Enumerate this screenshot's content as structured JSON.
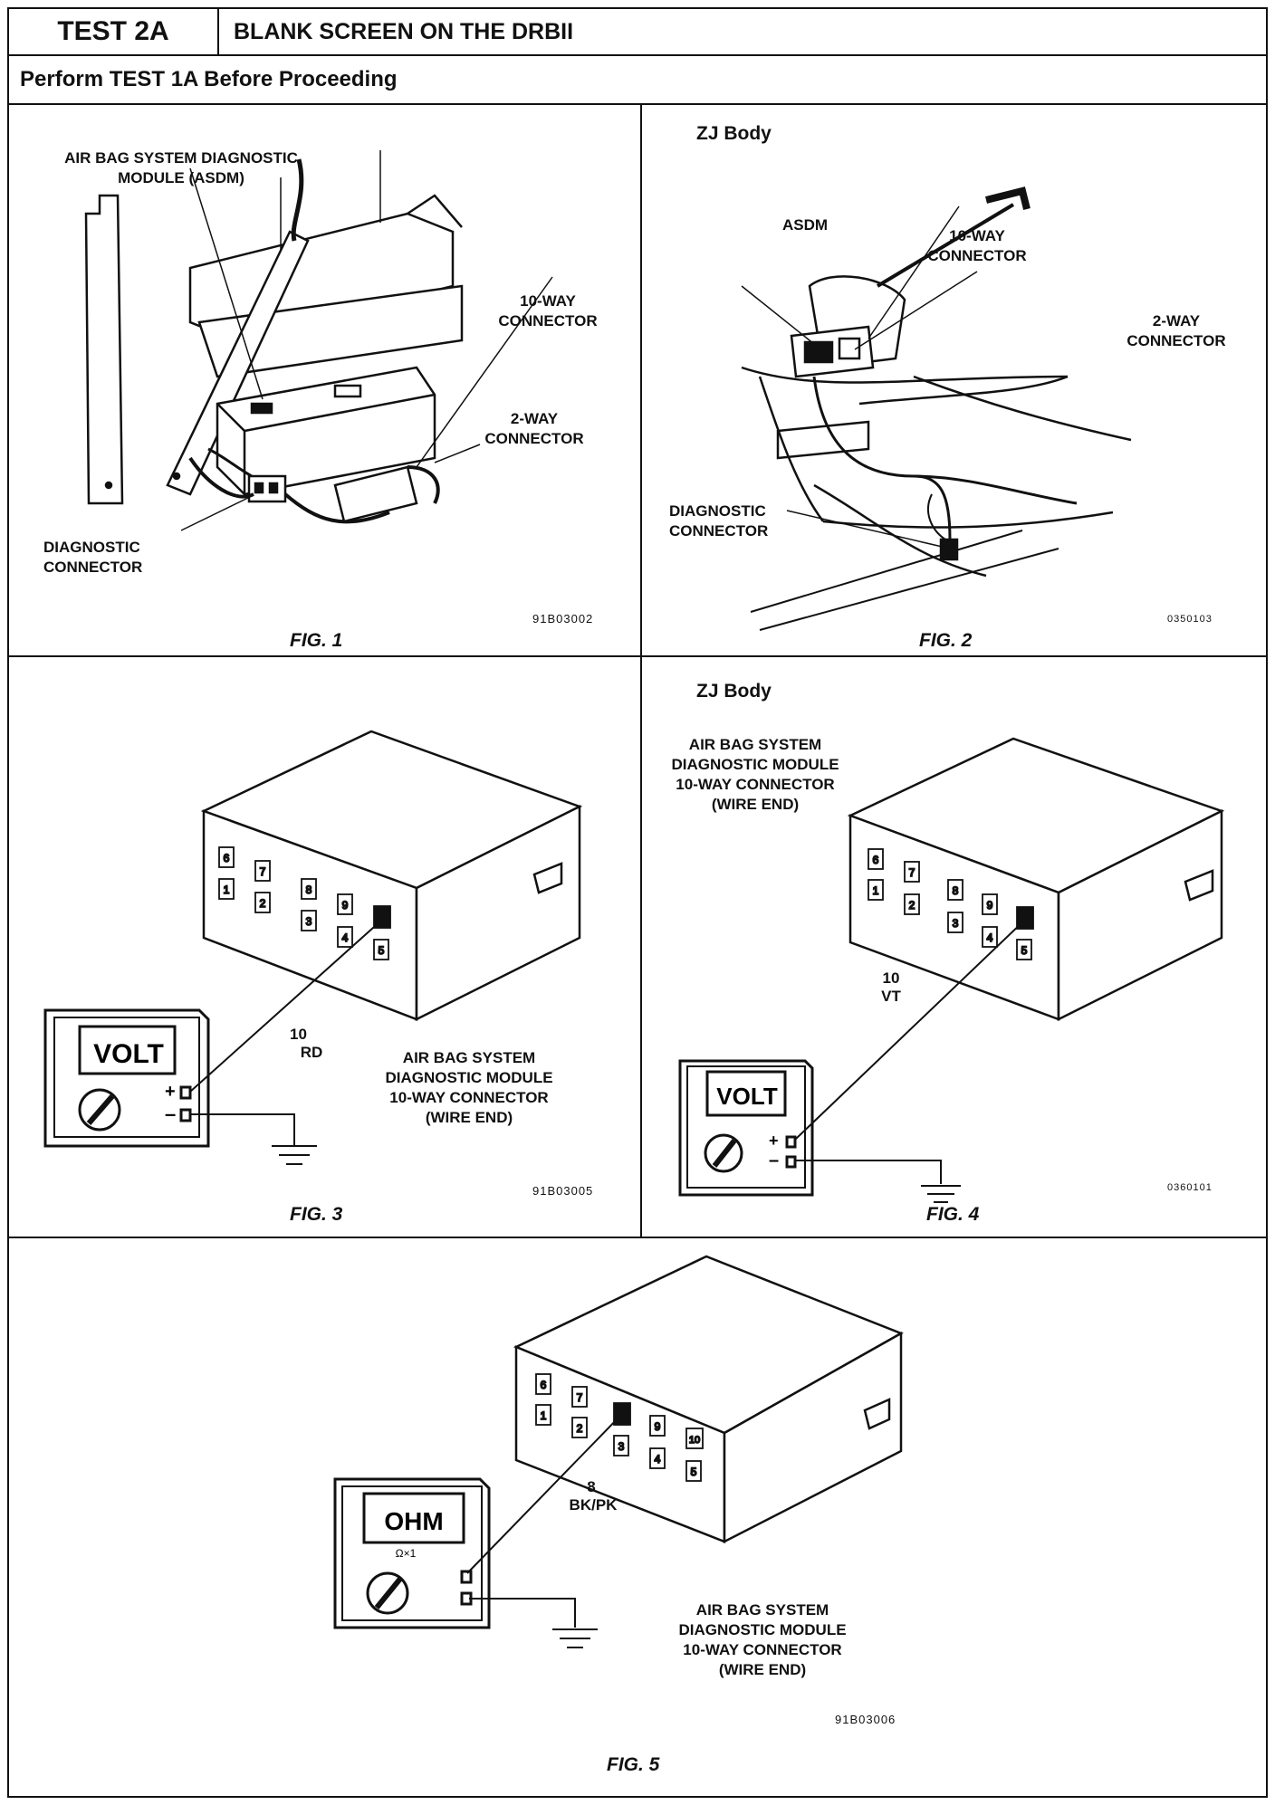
{
  "header": {
    "test_id": "TEST 2A",
    "test_title": "BLANK SCREEN ON THE DRBII",
    "prerequisite": "Perform TEST 1A Before Proceeding"
  },
  "fig1": {
    "caption": "FIG. 1",
    "asdm_label": "AIR BAG SYSTEM DIAGNOSTIC\nMODULE (ASDM)",
    "ten_way_label": "10-WAY\nCONNECTOR",
    "two_way_label": "2-WAY\nCONNECTOR",
    "diag_label": "DIAGNOSTIC\nCONNECTOR",
    "code": "91B03002"
  },
  "fig2": {
    "caption": "FIG. 2",
    "body": "ZJ Body",
    "asdm_label": "ASDM",
    "ten_way_label": "10-WAY\nCONNECTOR",
    "two_way_label": "2-WAY\nCONNECTOR",
    "diag_label": "DIAGNOSTIC\nCONNECTOR",
    "code": "0350103"
  },
  "fig3": {
    "caption": "FIG. 3",
    "meter_display": "VOLT",
    "wire_num": "10",
    "wire_color": "RD",
    "module_label": "AIR BAG SYSTEM\nDIAGNOSTIC MODULE\n10-WAY CONNECTOR\n(WIRE END)",
    "code": "91B03005",
    "plus": "+",
    "minus": "–"
  },
  "fig4": {
    "caption": "FIG. 4",
    "body": "ZJ Body",
    "meter_display": "VOLT",
    "wire_num": "10",
    "wire_color": "VT",
    "module_label": "AIR BAG SYSTEM\nDIAGNOSTIC MODULE\n10-WAY CONNECTOR\n(WIRE END)",
    "code": "0360101",
    "plus": "+",
    "minus": "–"
  },
  "fig5": {
    "caption": "FIG. 5",
    "meter_display": "OHM",
    "range": "Ω×1",
    "wire_num": "8",
    "wire_color": "BK/PK",
    "module_label": "AIR BAG SYSTEM\nDIAGNOSTIC MODULE\n10-WAY CONNECTOR\n(WIRE END)",
    "code": "91B03006"
  },
  "pins": [
    "1",
    "2",
    "3",
    "4",
    "5",
    "6",
    "7",
    "8",
    "9",
    "10"
  ]
}
